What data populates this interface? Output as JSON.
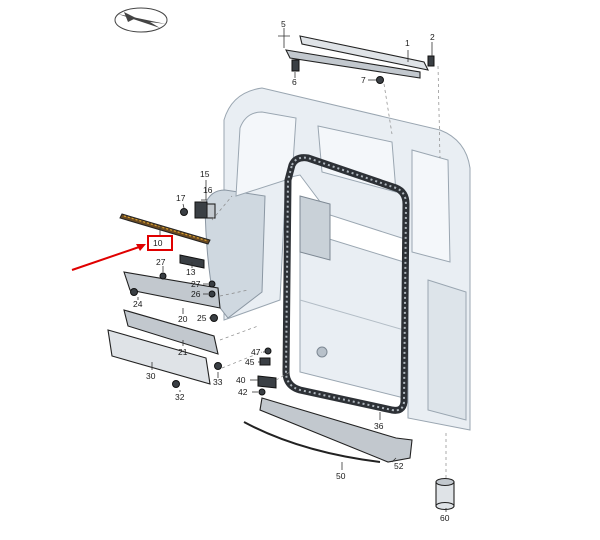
{
  "diagram": {
    "highlight_color": "#e00000",
    "highlighted_part": "10",
    "callouts": [
      {
        "id": "1",
        "label": "1"
      },
      {
        "id": "2",
        "label": "2"
      },
      {
        "id": "5",
        "label": "5"
      },
      {
        "id": "6",
        "label": "6"
      },
      {
        "id": "7",
        "label": "7"
      },
      {
        "id": "10",
        "label": "10"
      },
      {
        "id": "13",
        "label": "13"
      },
      {
        "id": "15",
        "label": "15"
      },
      {
        "id": "16",
        "label": "16"
      },
      {
        "id": "17",
        "label": "17"
      },
      {
        "id": "20",
        "label": "20"
      },
      {
        "id": "21",
        "label": "21"
      },
      {
        "id": "24",
        "label": "24"
      },
      {
        "id": "25",
        "label": "25"
      },
      {
        "id": "26",
        "label": "26"
      },
      {
        "id": "27a",
        "label": "27"
      },
      {
        "id": "27b",
        "label": "27"
      },
      {
        "id": "30",
        "label": "30"
      },
      {
        "id": "32",
        "label": "32"
      },
      {
        "id": "33",
        "label": "33"
      },
      {
        "id": "36",
        "label": "36"
      },
      {
        "id": "40",
        "label": "40"
      },
      {
        "id": "42",
        "label": "42"
      },
      {
        "id": "45",
        "label": "45"
      },
      {
        "id": "47",
        "label": "47"
      },
      {
        "id": "50",
        "label": "50"
      },
      {
        "id": "52",
        "label": "52"
      },
      {
        "id": "60",
        "label": "60"
      }
    ]
  }
}
